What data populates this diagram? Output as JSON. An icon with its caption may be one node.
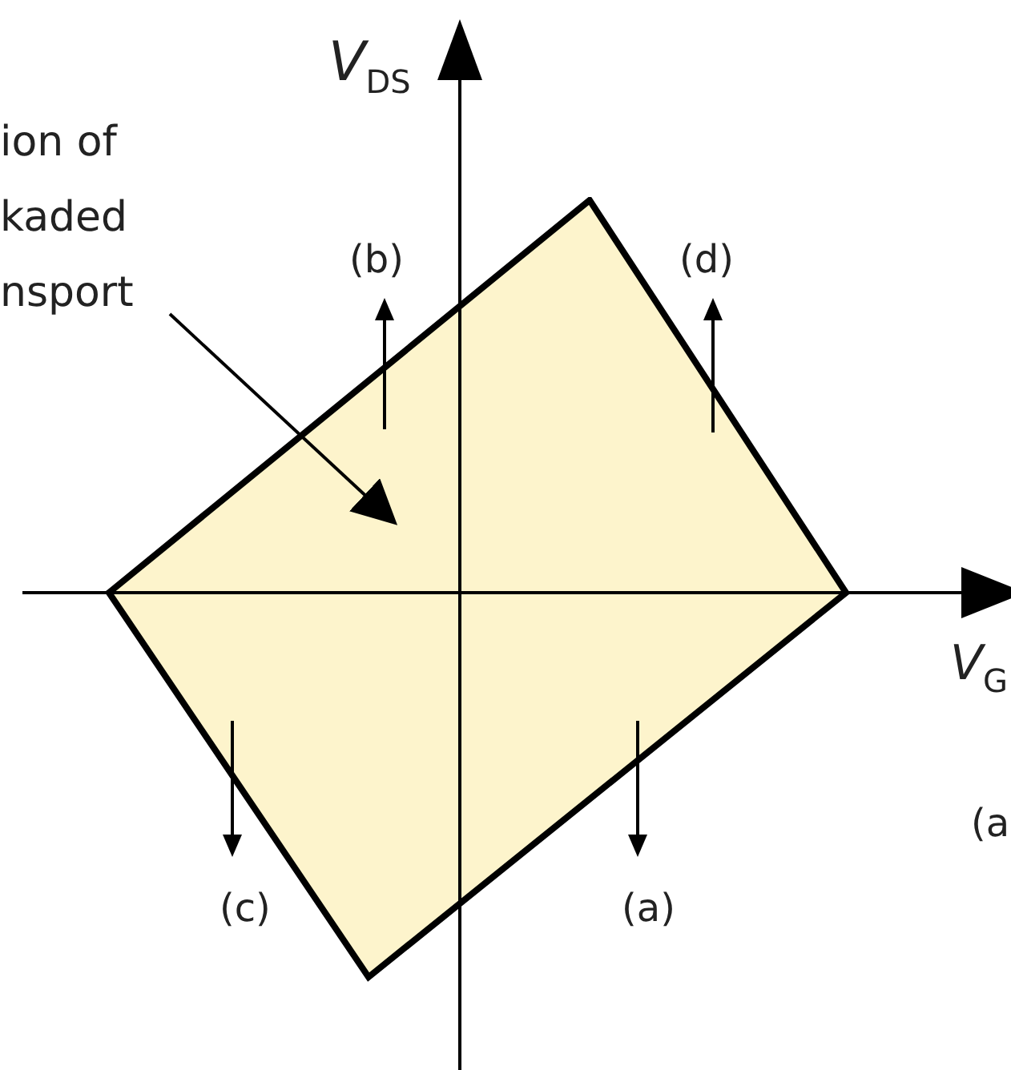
{
  "diagram": {
    "nodes": [
      {
        "text": [
          "ion of kaded nsport"
        ]
      },
      {
        "text": [],
        "shape": "box"
      }
    ],
    "edges": [
      {
        "from": 0,
        "to": 1,
        "arrow": "to"
      }
    ],
    "labels": [
      "*V*$_{DS}$",
      "(b)",
      "(d)",
      "*V*$_{G}$",
      "(a",
      "(c)",
      "(a)"
    ]
  }
}
